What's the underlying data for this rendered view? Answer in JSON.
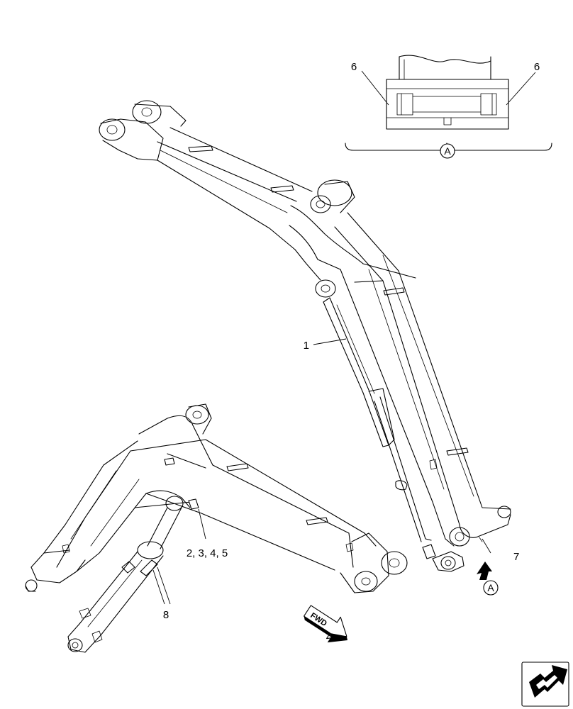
{
  "callouts": {
    "c1": "1",
    "c2345": "2, 3, 4, 5",
    "c6_left": "6",
    "c6_right": "6",
    "c7": "7",
    "c8": "8"
  },
  "view_labels": {
    "detail_a": "A",
    "arrow_a": "A"
  },
  "fwd_label": "FWD"
}
